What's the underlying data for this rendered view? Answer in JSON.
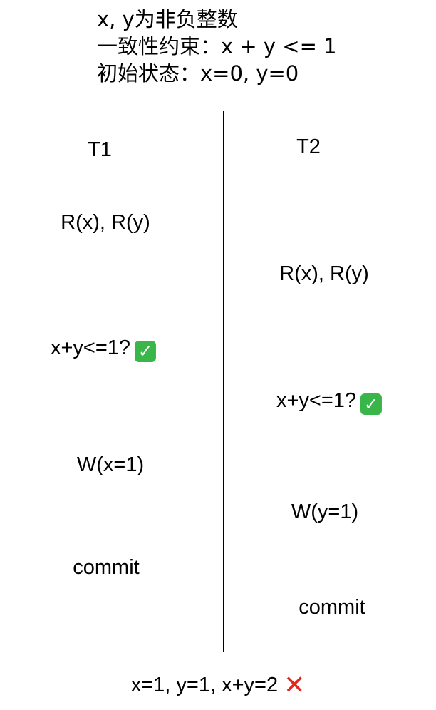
{
  "header": {
    "line1": "x, y为非负整数",
    "line2": "一致性约束：x + y <= 1",
    "line3": "初始状态：x=0, y=0"
  },
  "t1": {
    "label": "T1",
    "read": "R(x), R(y)",
    "check": "x+y<=1?",
    "write": "W(x=1)",
    "commit": "commit"
  },
  "t2": {
    "label": "T2",
    "read": "R(x), R(y)",
    "check": "x+y<=1?",
    "write": "W(y=1)",
    "commit": "commit"
  },
  "result": {
    "text": "x=1, y=1, x+y=2"
  },
  "icons": {
    "check": "check-mark-icon",
    "cross": "cross-mark-icon"
  },
  "colors": {
    "check": "#39b54a",
    "cross": "#e8251c"
  }
}
